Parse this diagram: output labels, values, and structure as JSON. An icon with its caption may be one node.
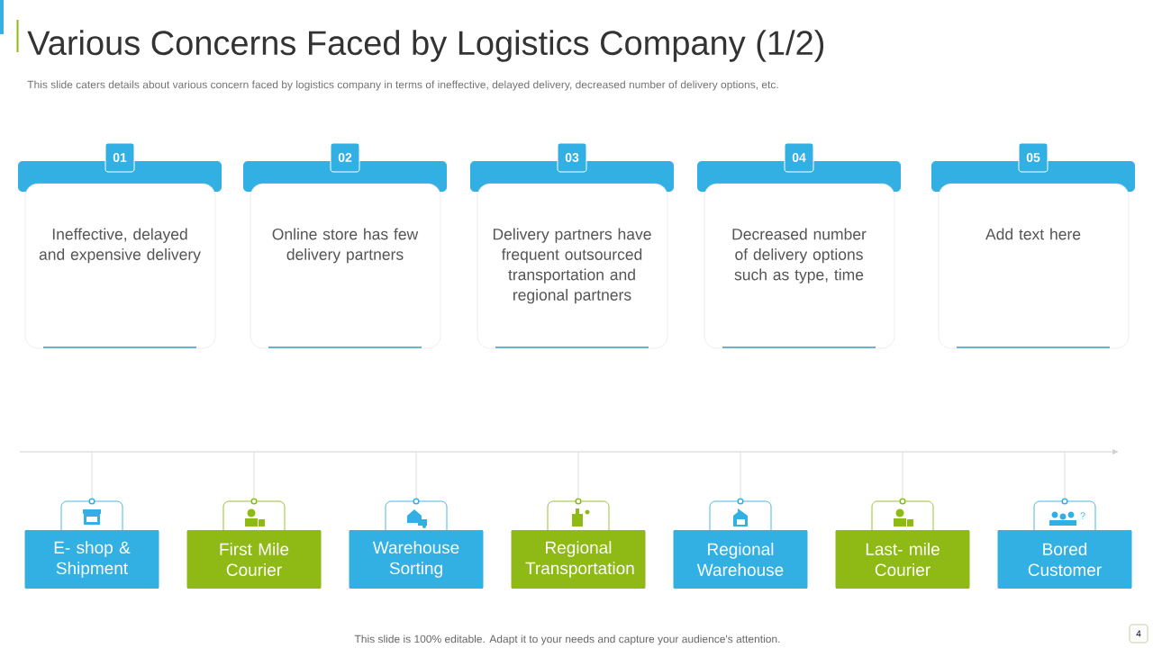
{
  "diagram": {
    "title": "Various Concerns Faced by Logistics Company (1/2)",
    "nodes": [
      {
        "text": [
          "01",
          "Ineffective, delayed and expensive delivery"
        ]
      },
      {
        "text": [
          "02",
          "Online store has few delivery partners"
        ]
      },
      {
        "text": [
          "03",
          "Delivery partners have frequent outsourced transportation and regional partners"
        ]
      },
      {
        "text": [
          "04",
          "Decreased number of delivery options such as type, time"
        ]
      },
      {
        "text": [
          "05",
          "Add text here"
        ]
      },
      {
        "text": [],
        "shape": "bar"
      },
      {
        "text": [
          "E- shop & Shipment"
        ]
      },
      {
        "text": [
          "First Mile Courier"
        ]
      },
      {
        "text": [
          "Warehouse Sorting"
        ]
      },
      {
        "text": [
          "Regional Transportation"
        ]
      },
      {
        "text": [
          "Regional Warehouse"
        ]
      },
      {
        "text": [
          "Last- mile Courier"
        ]
      },
      {
        "text": [
          "Bored Customer"
        ]
      },
      {
        "text": [
          "4"
        ]
      }
    ],
    "edges": [
      {
        "from": 5,
        "to": 6,
        "arrow": "none"
      },
      {
        "from": 5,
        "to": 7,
        "arrow": "none"
      },
      {
        "from": 5,
        "to": 8,
        "arrow": "none"
      },
      {
        "from": 5,
        "to": 9,
        "arrow": "none"
      },
      {
        "from": 5,
        "to": 10,
        "arrow": "none"
      },
      {
        "from": 5,
        "to": 11,
        "arrow": "none"
      },
      {
        "from": 5,
        "to": 12,
        "arrow": "none"
      }
    ],
    "labels": [
      "This slide caters details about various concern faced by logistics company in terms of ineffective, delayed delivery, decreased number of delivery options, etc.",
      "?",
      "This slide is 100% editable. Adapt it to your needs and capture your audience's attention."
    ]
  }
}
